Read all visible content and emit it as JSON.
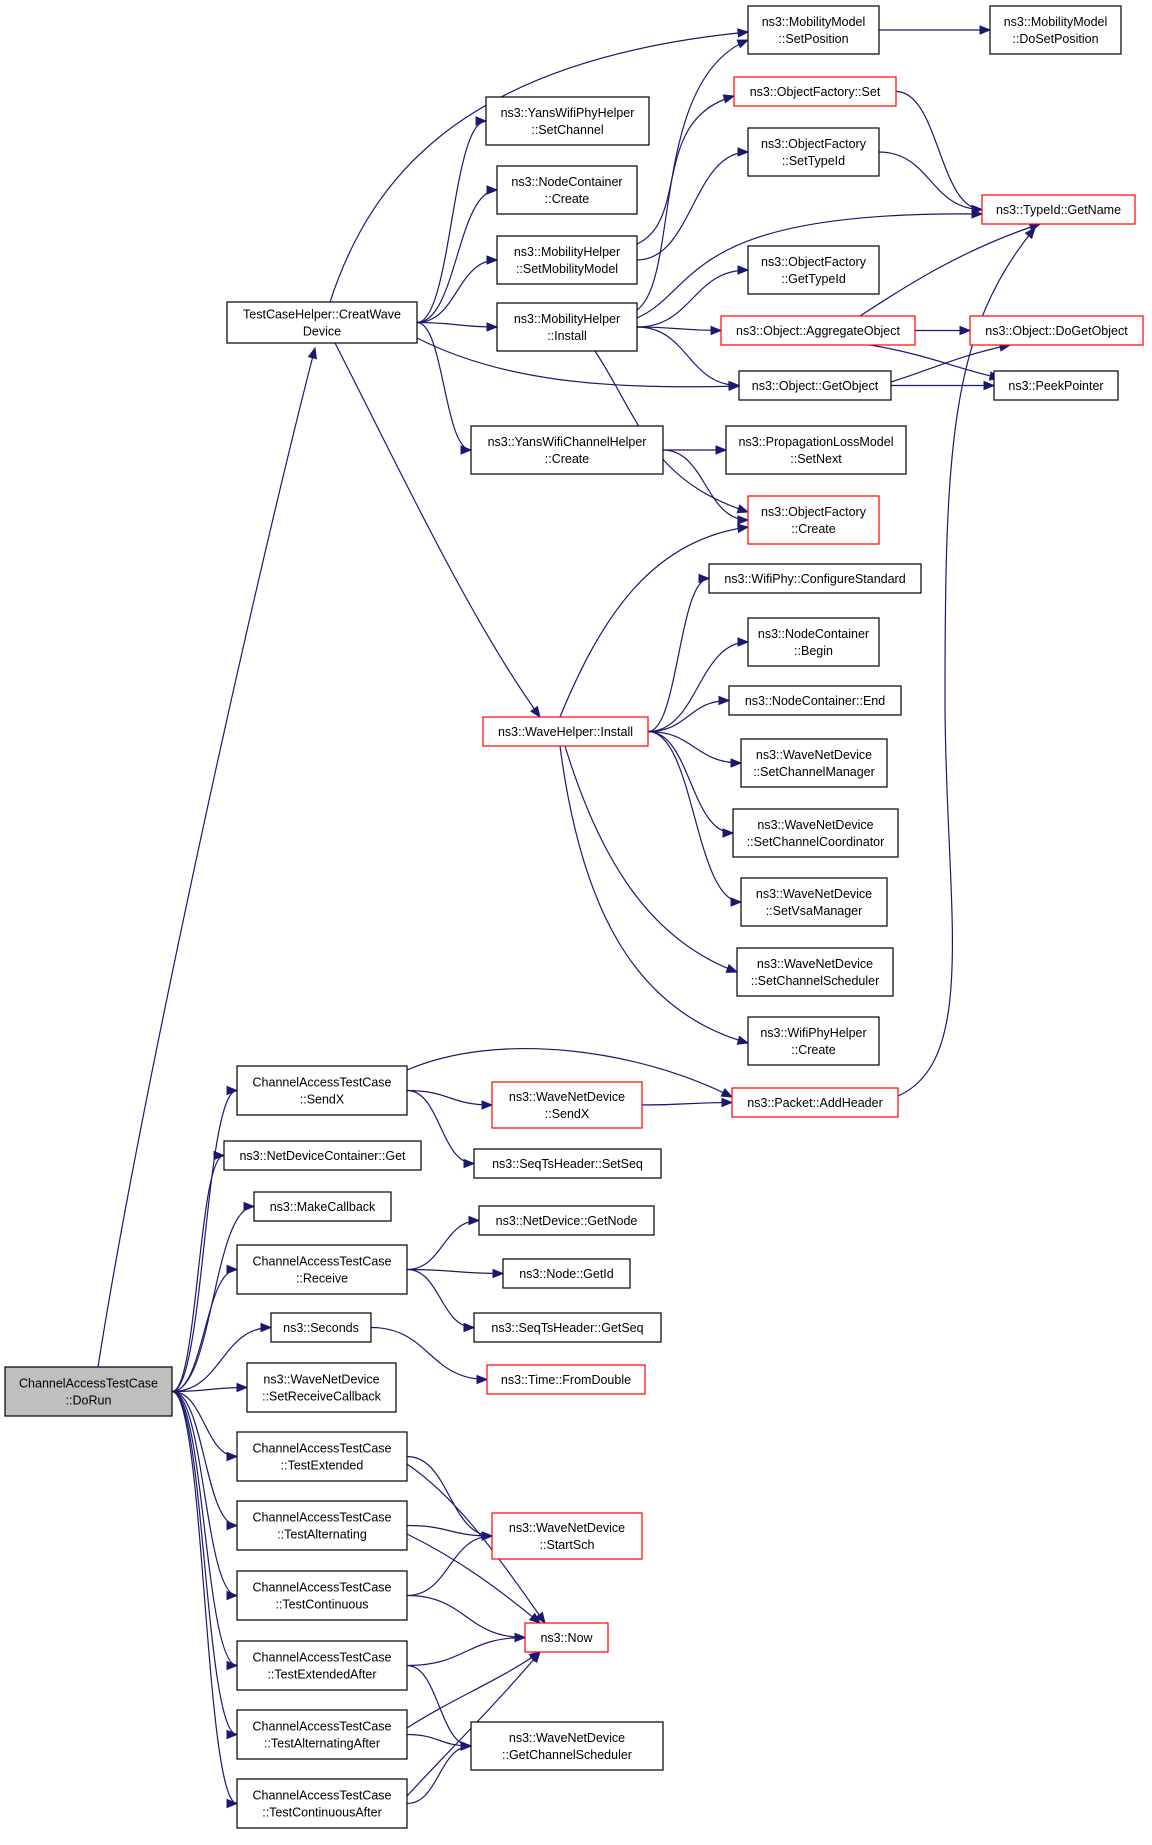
{
  "colors": {
    "edge": "#191970",
    "border": "#000000",
    "highlight_border": "#ff0000",
    "root_fill": "#bfbfbf"
  },
  "nodes": [
    {
      "id": "dorun",
      "lines": [
        "ChannelAccessTestCase",
        "::DoRun"
      ],
      "style": "gray"
    },
    {
      "id": "creatwave",
      "lines": [
        "TestCaseHelper::CreatWave",
        "Device"
      ]
    },
    {
      "id": "sendx",
      "lines": [
        "ChannelAccessTestCase",
        "::SendX"
      ]
    },
    {
      "id": "ndcget",
      "lines": [
        "ns3::NetDeviceContainer::Get"
      ]
    },
    {
      "id": "makecb",
      "lines": [
        "ns3::MakeCallback"
      ]
    },
    {
      "id": "receive",
      "lines": [
        "ChannelAccessTestCase",
        "::Receive"
      ]
    },
    {
      "id": "seconds",
      "lines": [
        "ns3::Seconds"
      ]
    },
    {
      "id": "setrecvcb",
      "lines": [
        "ns3::WaveNetDevice",
        "::SetReceiveCallback"
      ]
    },
    {
      "id": "testext",
      "lines": [
        "ChannelAccessTestCase",
        "::TestExtended"
      ]
    },
    {
      "id": "testalt",
      "lines": [
        "ChannelAccessTestCase",
        "::TestAlternating"
      ]
    },
    {
      "id": "testcont",
      "lines": [
        "ChannelAccessTestCase",
        "::TestContinuous"
      ]
    },
    {
      "id": "testextafter",
      "lines": [
        "ChannelAccessTestCase",
        "::TestExtendedAfter"
      ]
    },
    {
      "id": "testaltafter",
      "lines": [
        "ChannelAccessTestCase",
        "::TestAlternatingAfter"
      ]
    },
    {
      "id": "testcontafter",
      "lines": [
        "ChannelAccessTestCase",
        "::TestContinuousAfter"
      ]
    },
    {
      "id": "yanssetch",
      "lines": [
        "ns3::YansWifiPhyHelper",
        "::SetChannel"
      ]
    },
    {
      "id": "nccreate",
      "lines": [
        "ns3::NodeContainer",
        "::Create"
      ]
    },
    {
      "id": "mhsetmm",
      "lines": [
        "ns3::MobilityHelper",
        "::SetMobilityModel"
      ]
    },
    {
      "id": "mhinstall",
      "lines": [
        "ns3::MobilityHelper",
        "::Install"
      ]
    },
    {
      "id": "ywchcreate",
      "lines": [
        "ns3::YansWifiChannelHelper",
        "::Create"
      ]
    },
    {
      "id": "wavehinstall",
      "lines": [
        "ns3::WaveHelper::Install"
      ],
      "style": "red"
    },
    {
      "id": "mmsetpos",
      "lines": [
        "ns3::MobilityModel",
        "::SetPosition"
      ]
    },
    {
      "id": "mmdosetpos",
      "lines": [
        "ns3::MobilityModel",
        "::DoSetPosition"
      ]
    },
    {
      "id": "ofset",
      "lines": [
        "ns3::ObjectFactory::Set"
      ],
      "style": "red"
    },
    {
      "id": "ofsettypeid",
      "lines": [
        "ns3::ObjectFactory",
        "::SetTypeId"
      ]
    },
    {
      "id": "typeidgetname",
      "lines": [
        "ns3::TypeId::GetName"
      ],
      "style": "red"
    },
    {
      "id": "ofgettypeid",
      "lines": [
        "ns3::ObjectFactory",
        "::GetTypeId"
      ]
    },
    {
      "id": "objaggregate",
      "lines": [
        "ns3::Object::AggregateObject"
      ],
      "style": "red"
    },
    {
      "id": "objdoget",
      "lines": [
        "ns3::Object::DoGetObject"
      ],
      "style": "red"
    },
    {
      "id": "objgetobj",
      "lines": [
        "ns3::Object::GetObject"
      ]
    },
    {
      "id": "peekptr",
      "lines": [
        "ns3::PeekPointer"
      ]
    },
    {
      "id": "plmsetnext",
      "lines": [
        "ns3::PropagationLossModel",
        "::SetNext"
      ]
    },
    {
      "id": "ofcreate",
      "lines": [
        "ns3::ObjectFactory",
        "::Create"
      ],
      "style": "red"
    },
    {
      "id": "wificonfig",
      "lines": [
        "ns3::WifiPhy::ConfigureStandard"
      ]
    },
    {
      "id": "ncbegin",
      "lines": [
        "ns3::NodeContainer",
        "::Begin"
      ]
    },
    {
      "id": "ncend",
      "lines": [
        "ns3::NodeContainer::End"
      ]
    },
    {
      "id": "wndsetchmgr",
      "lines": [
        "ns3::WaveNetDevice",
        "::SetChannelManager"
      ]
    },
    {
      "id": "wndsetchcoord",
      "lines": [
        "ns3::WaveNetDevice",
        "::SetChannelCoordinator"
      ]
    },
    {
      "id": "wndsetvsa",
      "lines": [
        "ns3::WaveNetDevice",
        "::SetVsaManager"
      ]
    },
    {
      "id": "wndsetchsched",
      "lines": [
        "ns3::WaveNetDevice",
        "::SetChannelScheduler"
      ]
    },
    {
      "id": "wphcreate",
      "lines": [
        "ns3::WifiPhyHelper",
        "::Create"
      ]
    },
    {
      "id": "wndsendx",
      "lines": [
        "ns3::WaveNetDevice",
        "::SendX"
      ],
      "style": "red"
    },
    {
      "id": "pktaddheader",
      "lines": [
        "ns3::Packet::AddHeader"
      ],
      "style": "red"
    },
    {
      "id": "seqsetseq",
      "lines": [
        "ns3::SeqTsHeader::SetSeq"
      ]
    },
    {
      "id": "ndgetnode",
      "lines": [
        "ns3::NetDevice::GetNode"
      ]
    },
    {
      "id": "nodegetid",
      "lines": [
        "ns3::Node::GetId"
      ]
    },
    {
      "id": "seqgetseq",
      "lines": [
        "ns3::SeqTsHeader::GetSeq"
      ]
    },
    {
      "id": "timefromdouble",
      "lines": [
        "ns3::Time::FromDouble"
      ],
      "style": "red"
    },
    {
      "id": "wndstartsch",
      "lines": [
        "ns3::WaveNetDevice",
        "::StartSch"
      ],
      "style": "red"
    },
    {
      "id": "now",
      "lines": [
        "ns3::Now"
      ],
      "style": "red"
    },
    {
      "id": "wndgetchsched",
      "lines": [
        "ns3::WaveNetDevice",
        "::GetChannelScheduler"
      ]
    }
  ],
  "edges": [
    [
      "dorun",
      "creatwave"
    ],
    [
      "dorun",
      "sendx"
    ],
    [
      "dorun",
      "ndcget"
    ],
    [
      "dorun",
      "makecb"
    ],
    [
      "dorun",
      "receive"
    ],
    [
      "dorun",
      "seconds"
    ],
    [
      "dorun",
      "setrecvcb"
    ],
    [
      "dorun",
      "testext"
    ],
    [
      "dorun",
      "testalt"
    ],
    [
      "dorun",
      "testcont"
    ],
    [
      "dorun",
      "testextafter"
    ],
    [
      "dorun",
      "testaltafter"
    ],
    [
      "dorun",
      "testcontafter"
    ],
    [
      "creatwave",
      "mmsetpos"
    ],
    [
      "creatwave",
      "yanssetch"
    ],
    [
      "creatwave",
      "nccreate"
    ],
    [
      "creatwave",
      "mhsetmm"
    ],
    [
      "creatwave",
      "mhinstall"
    ],
    [
      "creatwave",
      "objgetobj"
    ],
    [
      "creatwave",
      "ywchcreate"
    ],
    [
      "creatwave",
      "wavehinstall"
    ],
    [
      "mhsetmm",
      "ofset"
    ],
    [
      "mhsetmm",
      "ofsettypeid"
    ],
    [
      "mhinstall",
      "mmsetpos"
    ],
    [
      "mhinstall",
      "typeidgetname"
    ],
    [
      "mhinstall",
      "ofgettypeid"
    ],
    [
      "mhinstall",
      "objaggregate"
    ],
    [
      "mhinstall",
      "objgetobj"
    ],
    [
      "mhinstall",
      "ofcreate"
    ],
    [
      "mmsetpos",
      "mmdosetpos"
    ],
    [
      "ofset",
      "typeidgetname"
    ],
    [
      "ofsettypeid",
      "typeidgetname"
    ],
    [
      "objaggregate",
      "typeidgetname"
    ],
    [
      "objaggregate",
      "objdoget"
    ],
    [
      "objaggregate",
      "peekptr"
    ],
    [
      "objgetobj",
      "objdoget"
    ],
    [
      "objgetobj",
      "peekptr"
    ],
    [
      "ywchcreate",
      "plmsetnext"
    ],
    [
      "ywchcreate",
      "ofcreate"
    ],
    [
      "wavehinstall",
      "ofcreate"
    ],
    [
      "wavehinstall",
      "wificonfig"
    ],
    [
      "wavehinstall",
      "ncbegin"
    ],
    [
      "wavehinstall",
      "ncend"
    ],
    [
      "wavehinstall",
      "wndsetchmgr"
    ],
    [
      "wavehinstall",
      "wndsetchcoord"
    ],
    [
      "wavehinstall",
      "wndsetvsa"
    ],
    [
      "wavehinstall",
      "wndsetchsched"
    ],
    [
      "wavehinstall",
      "wphcreate"
    ],
    [
      "sendx",
      "wndsendx"
    ],
    [
      "sendx",
      "pktaddheader"
    ],
    [
      "sendx",
      "seqsetseq"
    ],
    [
      "wndsendx",
      "pktaddheader"
    ],
    [
      "pktaddheader",
      "typeidgetname"
    ],
    [
      "receive",
      "ndgetnode"
    ],
    [
      "receive",
      "nodegetid"
    ],
    [
      "receive",
      "seqgetseq"
    ],
    [
      "seconds",
      "timefromdouble"
    ],
    [
      "testext",
      "wndstartsch"
    ],
    [
      "testext",
      "now"
    ],
    [
      "testalt",
      "wndstartsch"
    ],
    [
      "testalt",
      "now"
    ],
    [
      "testcont",
      "wndstartsch"
    ],
    [
      "testcont",
      "now"
    ],
    [
      "testextafter",
      "now"
    ],
    [
      "testextafter",
      "wndgetchsched"
    ],
    [
      "testaltafter",
      "now"
    ],
    [
      "testaltafter",
      "wndgetchsched"
    ],
    [
      "testcontafter",
      "now"
    ],
    [
      "testcontafter",
      "wndgetchsched"
    ]
  ]
}
